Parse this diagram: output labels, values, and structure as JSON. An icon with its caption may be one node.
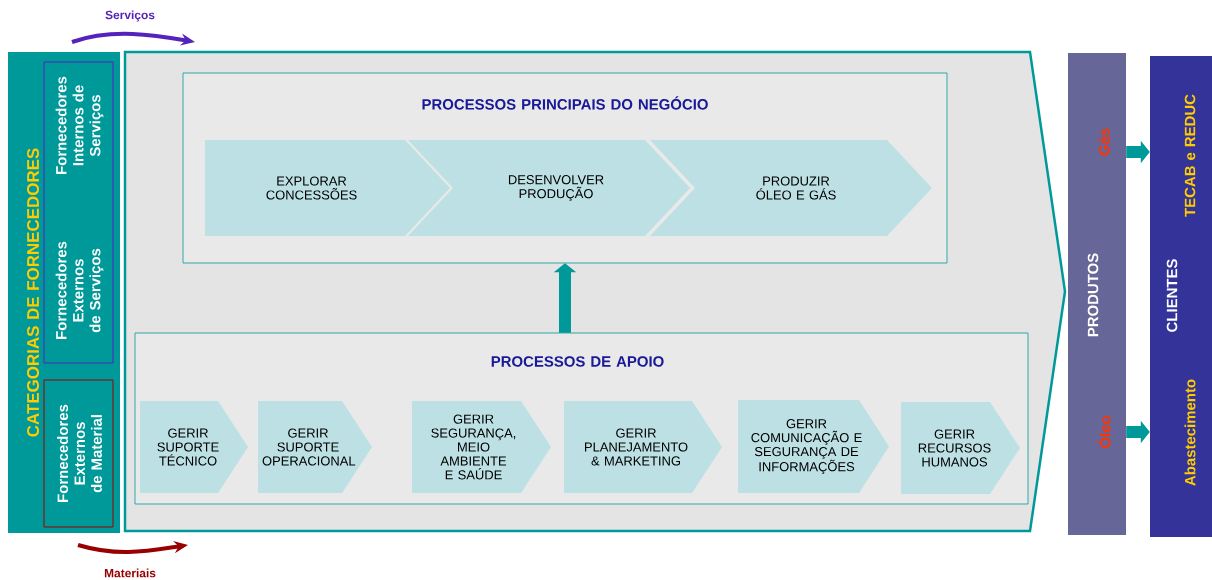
{
  "diagram": {
    "nodes": [
      {
        "text": [
          "CATEGORIAS DE FORNECEDORES"
        ]
      },
      {
        "text": [
          "Fornecedores Internos de Serviços",
          "Fornecedores Externos de Serviços"
        ],
        "in": 0
      },
      {
        "text": [
          "Fornecedores Externos de Material"
        ],
        "in": 0
      },
      {
        "text": [],
        "shape": "chevron"
      },
      {
        "text": [
          "PROCESSOS PRINCIPAIS DO NEGÓCIO"
        ],
        "in": 3
      },
      {
        "text": [
          "EXPLORAR CONCESSÕES"
        ],
        "in": 4
      },
      {
        "text": [
          "DESENVOLVER PRODUÇÃO"
        ],
        "in": 4
      },
      {
        "text": [
          "PRODUZIR ÓLEO E GÁS"
        ],
        "in": 4
      },
      {
        "text": [
          "PROCESSOS DE APOIO"
        ],
        "in": 3
      },
      {
        "text": [
          "GERIR SUPORTE TÉCNICO"
        ],
        "in": 8
      },
      {
        "text": [
          "GERIR SUPORTE OPERACIONAL"
        ],
        "in": 8
      },
      {
        "text": [
          "GERIR SEGURANÇA, MEIO AMBIENTE E SAÚDE"
        ],
        "in": 8
      },
      {
        "text": [
          "GERIR PLANEJAMENTO & MARKETING"
        ],
        "in": 8
      },
      {
        "text": [
          "GERIR COMUNICAÇÃO E SEGURANÇA DE INFORMAÇÕES"
        ],
        "in": 8
      },
      {
        "text": [
          "GERIR RECURSOS HUMANOS"
        ],
        "in": 8
      },
      {
        "text": [
          "Gás",
          "PRODUTOS",
          "Óleo"
        ]
      },
      {
        "text": [
          "TECAB e REDUC",
          "CLIENTES",
          "Abastecimento"
        ]
      }
    ],
    "edges": [
      {
        "from": 8,
        "to": 4,
        "arrow": "to"
      },
      {
        "from": 15,
        "to": 16,
        "arrow": "to"
      },
      {
        "from": 15,
        "to": 16,
        "arrow": "to"
      }
    ],
    "labels": [
      "Serviços",
      "Materiais"
    ]
  }
}
